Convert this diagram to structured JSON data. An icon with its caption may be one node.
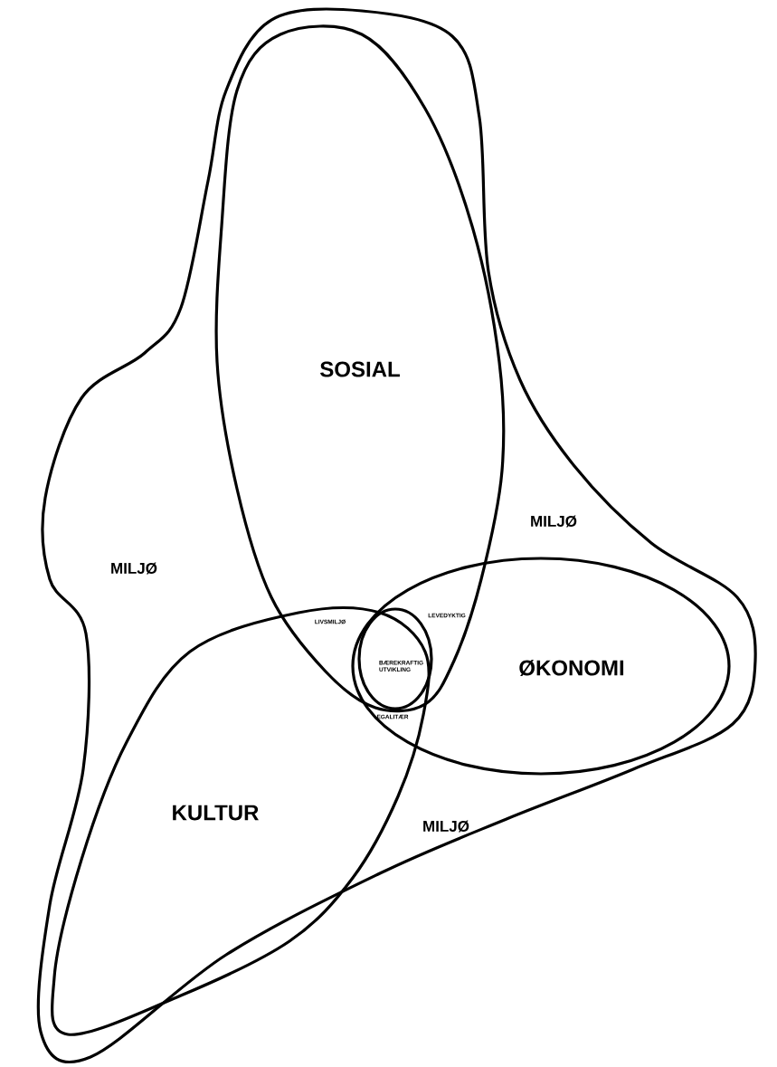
{
  "diagram": {
    "nodes": [
      {
        "text": [
          "MILJØ",
          "MILJØ",
          "MILJØ"
        ]
      },
      {
        "text": [
          "SOSIAL"
        ],
        "in": 0
      },
      {
        "text": [
          "ØKONOMI"
        ],
        "in": 0
      },
      {
        "text": [
          "KULTUR"
        ],
        "in": 0
      },
      {
        "text": [
          "BÆREKRAFTIG UTVIKLING"
        ]
      }
    ],
    "labels": [
      "LIVSMILJØ",
      "LEVEDYKTIG",
      "EGALITÆR"
    ]
  }
}
